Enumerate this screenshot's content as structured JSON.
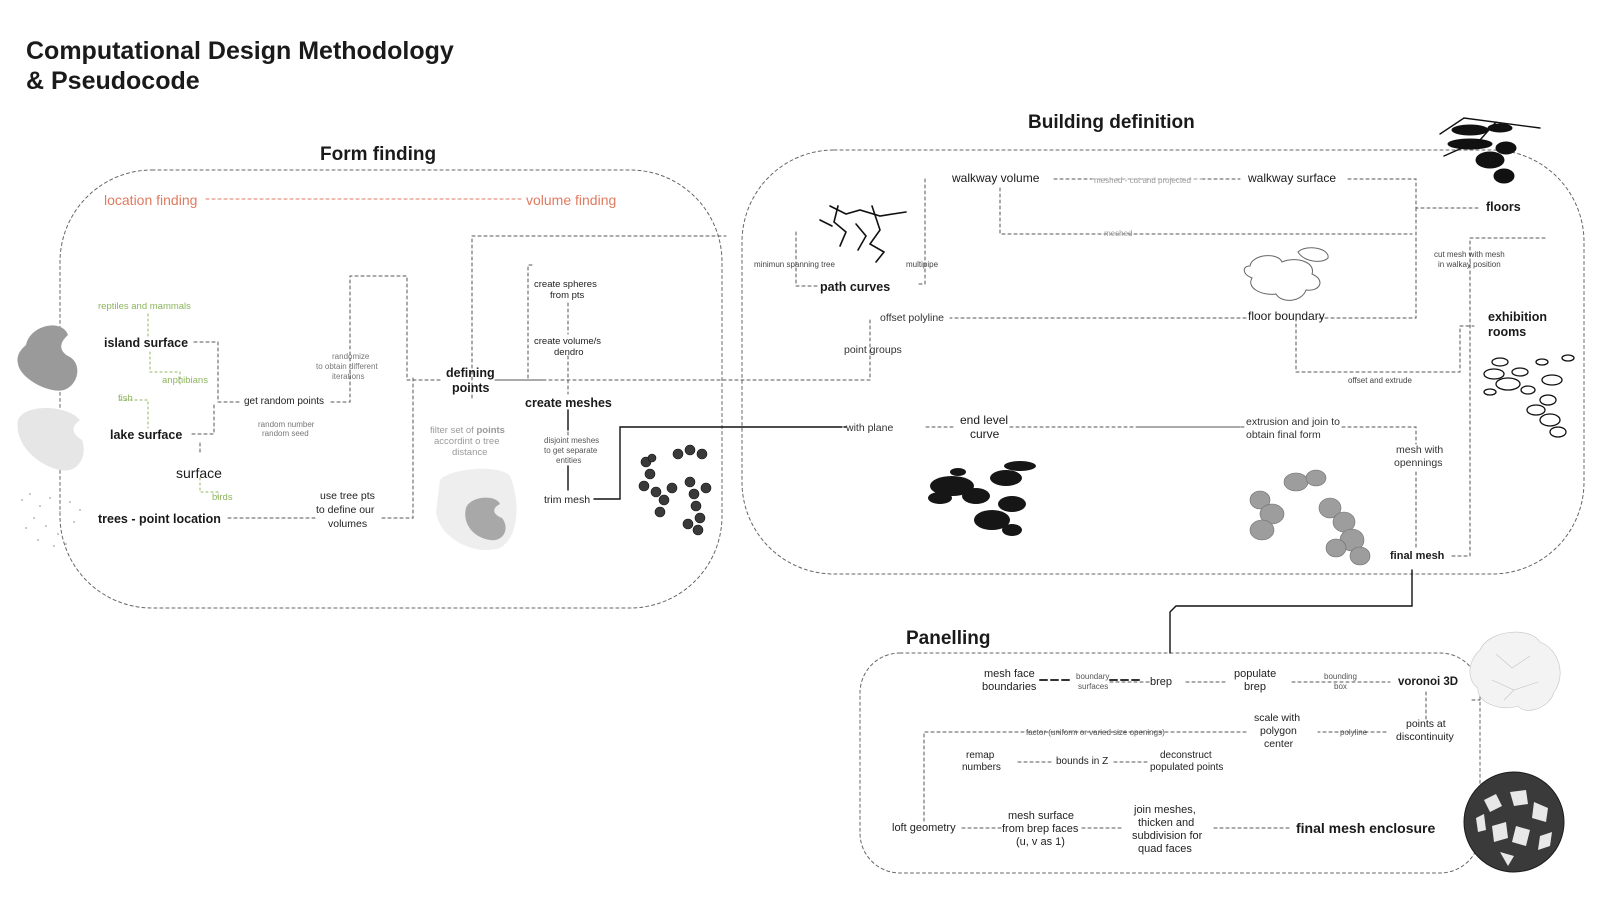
{
  "header": {
    "title_line1": "Computational Design Methodology",
    "title_line2": "& Pseudocode"
  },
  "sections": {
    "form_finding": "Form finding",
    "building_definition": "Building definition",
    "panelling": "Panelling"
  },
  "form_finding": {
    "location_finding": "location finding",
    "volume_finding": "volume finding",
    "reptiles_mammals": "reptiles and mammals",
    "island_surface": "island surface",
    "anphibians": "anphibians",
    "fish": "fish",
    "lake_surface": "lake surface",
    "surface": "surface",
    "birds": "birds",
    "trees_point_location": "trees - point location",
    "get_random_points": "get random points",
    "random_number_line1": "random number",
    "random_number_line2": "random seed",
    "randomize_line1": "randomize",
    "randomize_line2": "to obtain different",
    "randomize_line3": "iterations",
    "use_tree_pts_line1": "use tree pts",
    "use_tree_pts_line2": "to define our",
    "use_tree_pts_line3": "volumes",
    "defining_points_line1": "defining",
    "defining_points_line2": "points",
    "filter_line1": "filter set of",
    "filter_points": "points",
    "filter_line2": "accordint o tree",
    "filter_line3": "distance",
    "create_spheres_line1": "create spheres",
    "create_spheres_line2": "from pts",
    "create_volume_line1": "create volume/s",
    "create_volume_line2": "dendro",
    "create_meshes": "create meshes",
    "disjoint_line1": "disjoint meshes",
    "disjoint_line2": "to get separate",
    "disjoint_line3": "entities",
    "trim_mesh": "trim mesh"
  },
  "building": {
    "walkway_volume": "walkway volume",
    "meshed_cut_projected": "meshed - cut and projected",
    "walkway_surface": "walkway surface",
    "floors": "floors",
    "meshed": "meshed",
    "minimum_spanning_tree": "minimun spanning tree",
    "multipipe": "multipipe",
    "path_curves": "path curves",
    "cut_mesh_line1": "cut mesh with mesh",
    "cut_mesh_line2": "in walkay position",
    "offset_polyline": "offset polyline",
    "floor_boundary": "floor boundary",
    "exhibition_rooms_line1": "exhibition",
    "exhibition_rooms_line2": "rooms",
    "point_groups": "point groups",
    "offset_and_extrude": "offset and extrude",
    "with_plane": "with plane",
    "end_level_curve_line1": "end level",
    "end_level_curve_line2": "curve",
    "extrusion_line1": "extrusion and join to",
    "extrusion_line2": "obtain final form",
    "mesh_openings_line1": "mesh with",
    "mesh_openings_line2": "opennings",
    "final_mesh": "final mesh"
  },
  "panelling": {
    "mesh_face_line1": "mesh face",
    "mesh_face_line2": "boundaries",
    "boundary_surfaces_line1": "boundary",
    "boundary_surfaces_line2": "surfaces",
    "brep": "brep",
    "populate_brep_line1": "populate",
    "populate_brep_line2": "brep",
    "bounding_box_line1": "bounding",
    "bounding_box_line2": "box",
    "voronoi_3d": "voronoi 3D",
    "factor": "factor (uniform or varied size openings)",
    "scale_line1": "scale with",
    "scale_line2": "polygon",
    "scale_line3": "center",
    "polyline": "polyline",
    "points_disc_line1": "points at",
    "points_disc_line2": "discontinuity",
    "remap_line1": "remap",
    "remap_line2": "numbers",
    "bounds_in_z": "bounds in Z",
    "deconstruct_line1": "deconstruct",
    "deconstruct_line2": "populated points",
    "loft_geometry": "loft geometry",
    "mesh_surface_line1": "mesh surface",
    "mesh_surface_line2": "from brep faces",
    "mesh_surface_line3": "(u, v as 1)",
    "join_line1": "join meshes,",
    "join_line2": "thicken and",
    "join_line3": "subdivision for",
    "join_line4": "quad faces",
    "final_mesh_enclosure": "final mesh enclosure"
  },
  "colors": {
    "background": "#ffffff",
    "text": "#1a1a1a",
    "dashed_line": "#555555",
    "light_line": "#9a9a9a",
    "location_volume_red": "#e07a60",
    "animal_green": "#8db55e",
    "solid_link": "#111111"
  }
}
